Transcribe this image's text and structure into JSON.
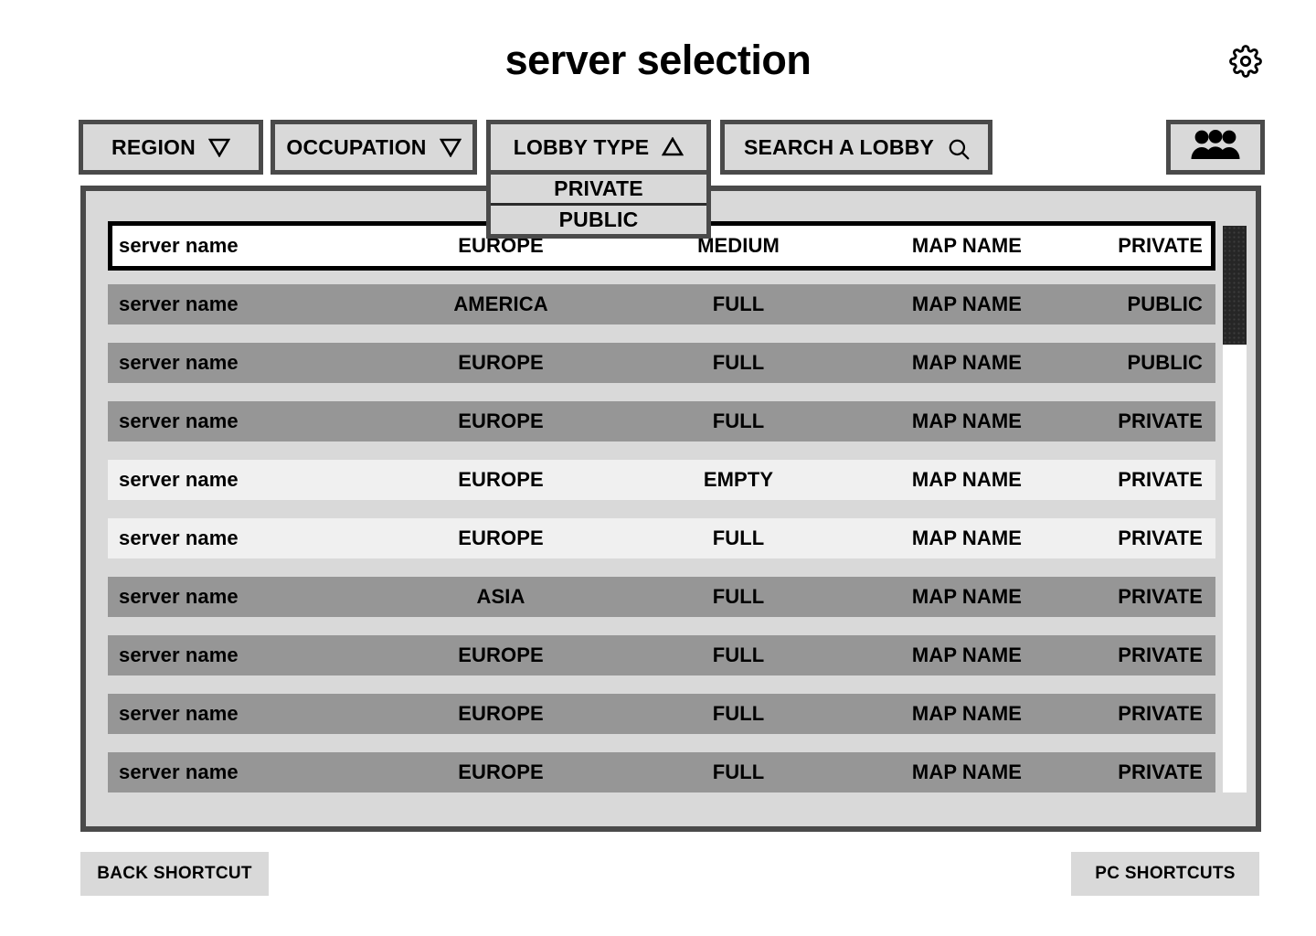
{
  "header": {
    "title": "server selection",
    "settings_icon": "gear-icon"
  },
  "toolbar": {
    "region": {
      "label": "REGION",
      "icon": "triangle-down-icon"
    },
    "occupation": {
      "label": "OCCUPATION",
      "icon": "triangle-down-icon"
    },
    "lobby_type": {
      "label": "LOBBY TYPE",
      "icon": "triangle-up-icon",
      "expanded": true
    },
    "search": {
      "label": "SEARCH A LOBBY",
      "icon": "search-icon"
    },
    "members": {
      "icon": "people-group-icon"
    }
  },
  "lobby_type_dropdown": {
    "options": [
      {
        "label": "PRIVATE"
      },
      {
        "label": "PUBLIC"
      }
    ]
  },
  "server_list": {
    "rows": [
      {
        "name": "server name",
        "region": "EUROPE",
        "occupancy": "MEDIUM",
        "map": "MAP NAME",
        "type": "PRIVATE",
        "tone": "tone-sel"
      },
      {
        "name": "server name",
        "region": "AMERICA",
        "occupancy": "FULL",
        "map": "MAP NAME",
        "type": "PUBLIC",
        "tone": "tone-gray"
      },
      {
        "name": "server name",
        "region": "EUROPE",
        "occupancy": "FULL",
        "map": "MAP NAME",
        "type": "PUBLIC",
        "tone": "tone-gray"
      },
      {
        "name": "server name",
        "region": "EUROPE",
        "occupancy": "FULL",
        "map": "MAP NAME",
        "type": "PRIVATE",
        "tone": "tone-gray"
      },
      {
        "name": "server name",
        "region": "EUROPE",
        "occupancy": "EMPTY",
        "map": "MAP NAME",
        "type": "PRIVATE",
        "tone": "tone-light"
      },
      {
        "name": "server name",
        "region": "EUROPE",
        "occupancy": "FULL",
        "map": "MAP NAME",
        "type": "PRIVATE",
        "tone": "tone-light"
      },
      {
        "name": "server name",
        "region": "ASIA",
        "occupancy": "FULL",
        "map": "MAP NAME",
        "type": "PRIVATE",
        "tone": "tone-gray"
      },
      {
        "name": "server name",
        "region": "EUROPE",
        "occupancy": "FULL",
        "map": "MAP NAME",
        "type": "PRIVATE",
        "tone": "tone-gray"
      },
      {
        "name": "server name",
        "region": "EUROPE",
        "occupancy": "FULL",
        "map": "MAP NAME",
        "type": "PRIVATE",
        "tone": "tone-gray"
      },
      {
        "name": "server name",
        "region": "EUROPE",
        "occupancy": "FULL",
        "map": "MAP NAME",
        "type": "PRIVATE",
        "tone": "tone-gray"
      }
    ]
  },
  "scrollbar": {
    "thumb_top_pct": 0,
    "thumb_height_pct": 21
  },
  "footer": {
    "back": "BACK SHORTCUT",
    "shortcuts": "PC SHORTCUTS"
  },
  "colors": {
    "page_background": "#ffffff",
    "panel_fill": "#d9d9d9",
    "panel_border": "#4a4a4a",
    "row_gray": "#969696",
    "row_light": "#f0f0f0",
    "row_selected": "#ffffff",
    "selected_border": "#000000",
    "scroll_thumb": "#262626",
    "text": "#000000"
  }
}
